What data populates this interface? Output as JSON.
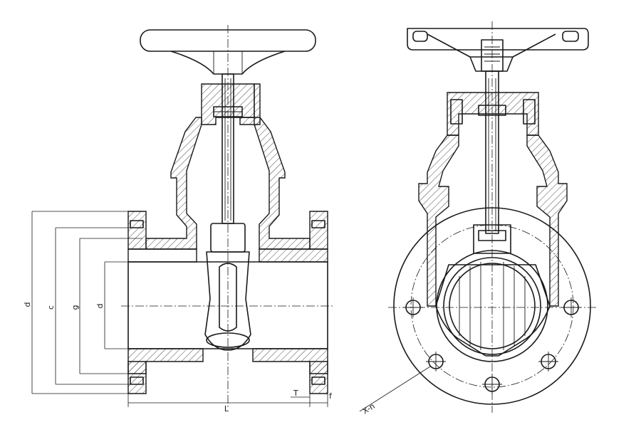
{
  "labels": {
    "d_outer": "d",
    "c": "c",
    "g": "g",
    "d_inner": "d",
    "L": "L",
    "T": "T",
    "f": "f",
    "X_n": "X-n"
  }
}
